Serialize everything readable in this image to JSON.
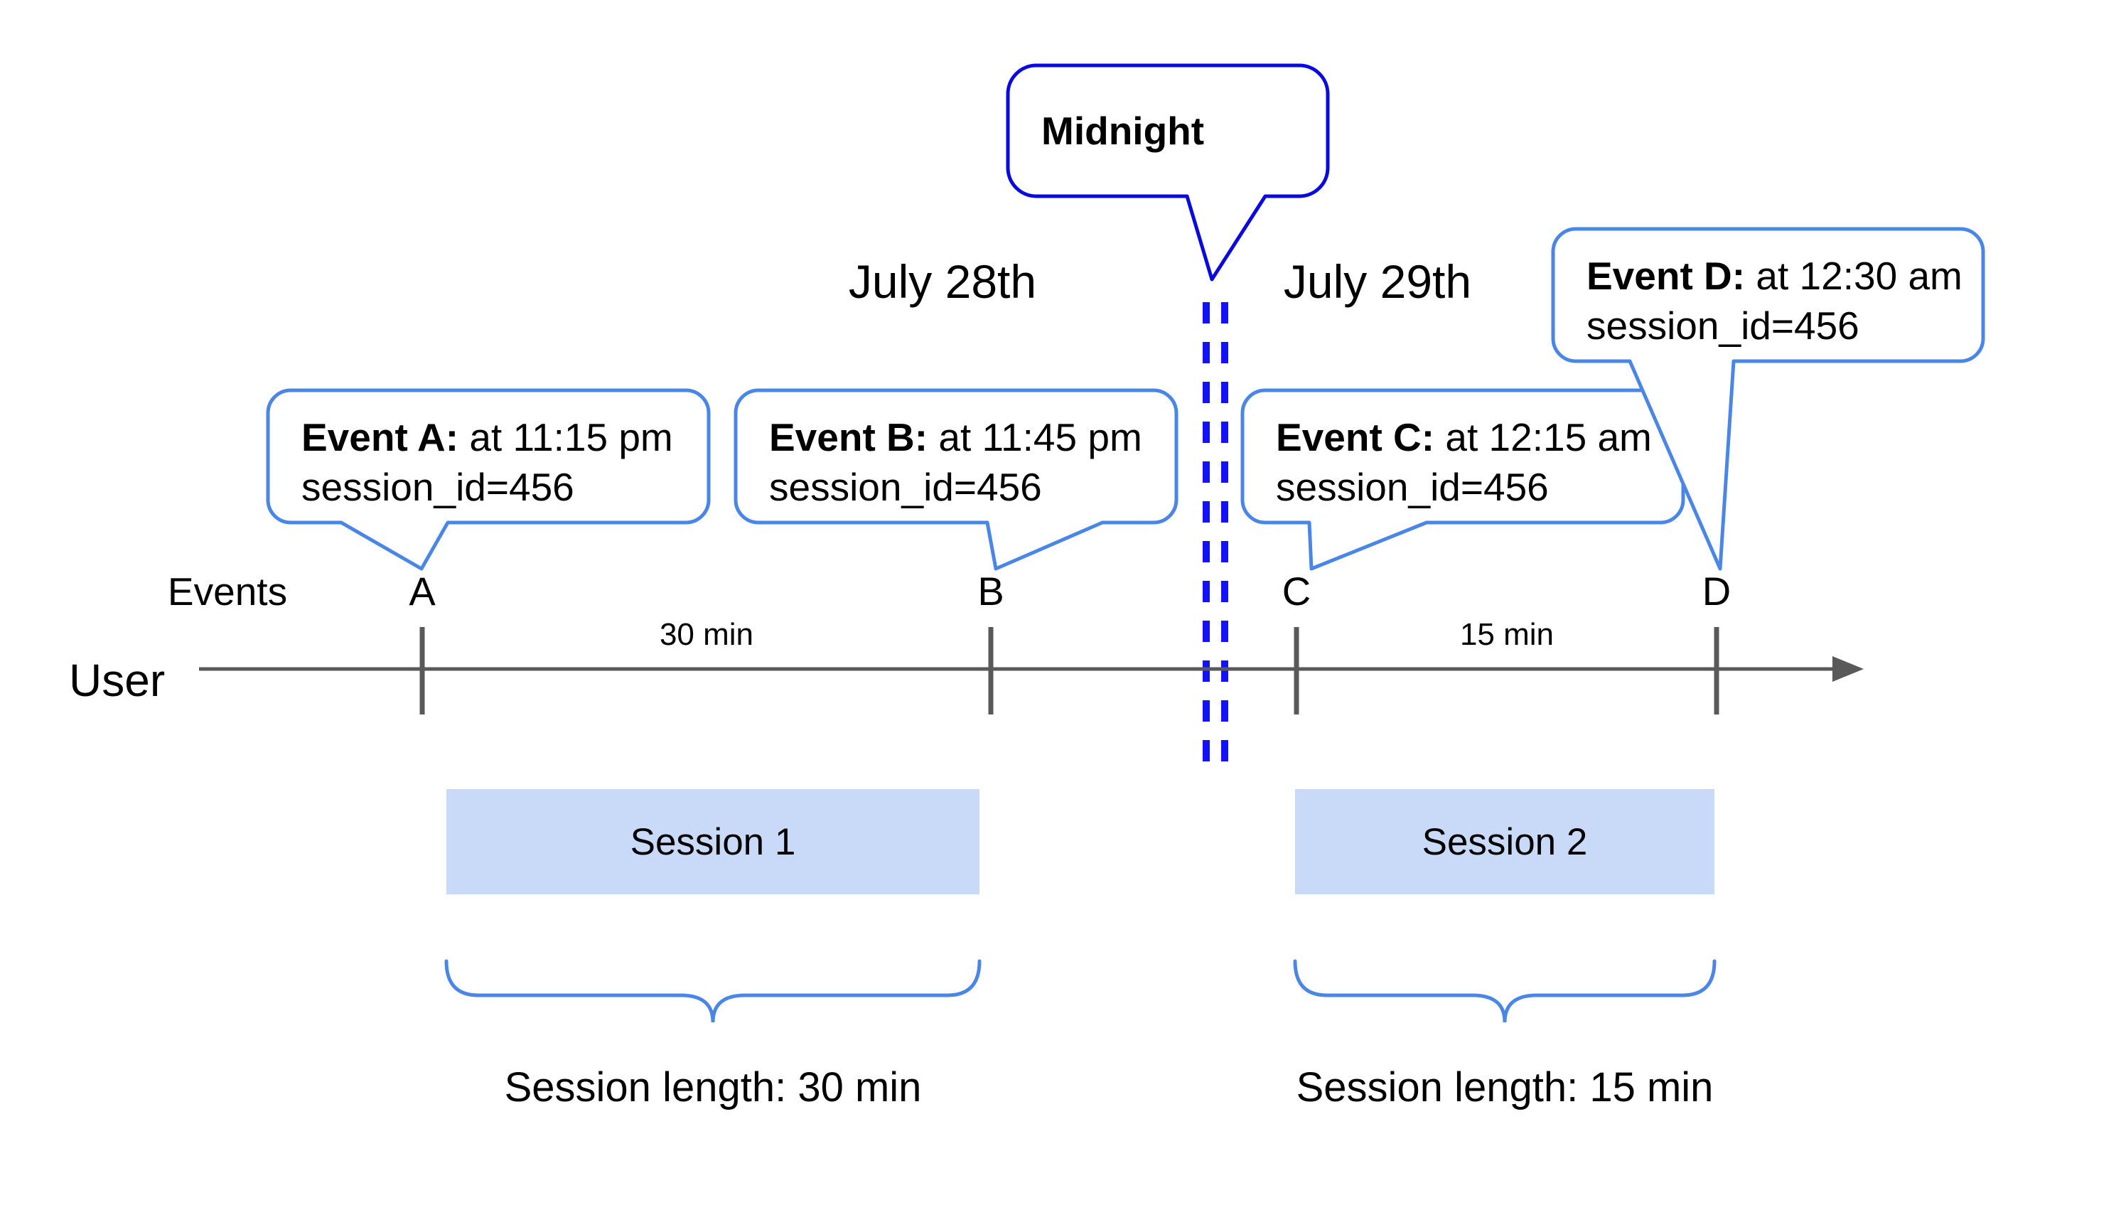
{
  "midnight": {
    "label": "Midnight"
  },
  "dates": {
    "day1": "July 28th",
    "day2": "July 29th"
  },
  "events": [
    {
      "letter": "A",
      "title": "Event A:",
      "time": " at 11:15 pm",
      "session": "session_id=456"
    },
    {
      "letter": "B",
      "title": "Event B:",
      "time": " at 11:45 pm",
      "session": "session_id=456"
    },
    {
      "letter": "C",
      "title": "Event C:",
      "time": " at 12:15 am",
      "session": "session_id=456"
    },
    {
      "letter": "D",
      "title": "Event D:",
      "time": " at 12:30 am",
      "session": "session_id=456"
    }
  ],
  "timeline": {
    "events_label": "Events",
    "user_label": "User",
    "intervals": [
      {
        "label": "30 min"
      },
      {
        "label": "15 min"
      }
    ]
  },
  "sessions": [
    {
      "name": "Session 1",
      "length": "Session length: 30 min"
    },
    {
      "name": "Session 2",
      "length": "Session length: 15 min"
    }
  ],
  "colors": {
    "callout_border": "#4a86e8",
    "midnight_border": "#0a0ae0",
    "midnight_dash": "#1212fa",
    "timeline_gray": "#595959",
    "session_fill": "#c9daf8"
  }
}
